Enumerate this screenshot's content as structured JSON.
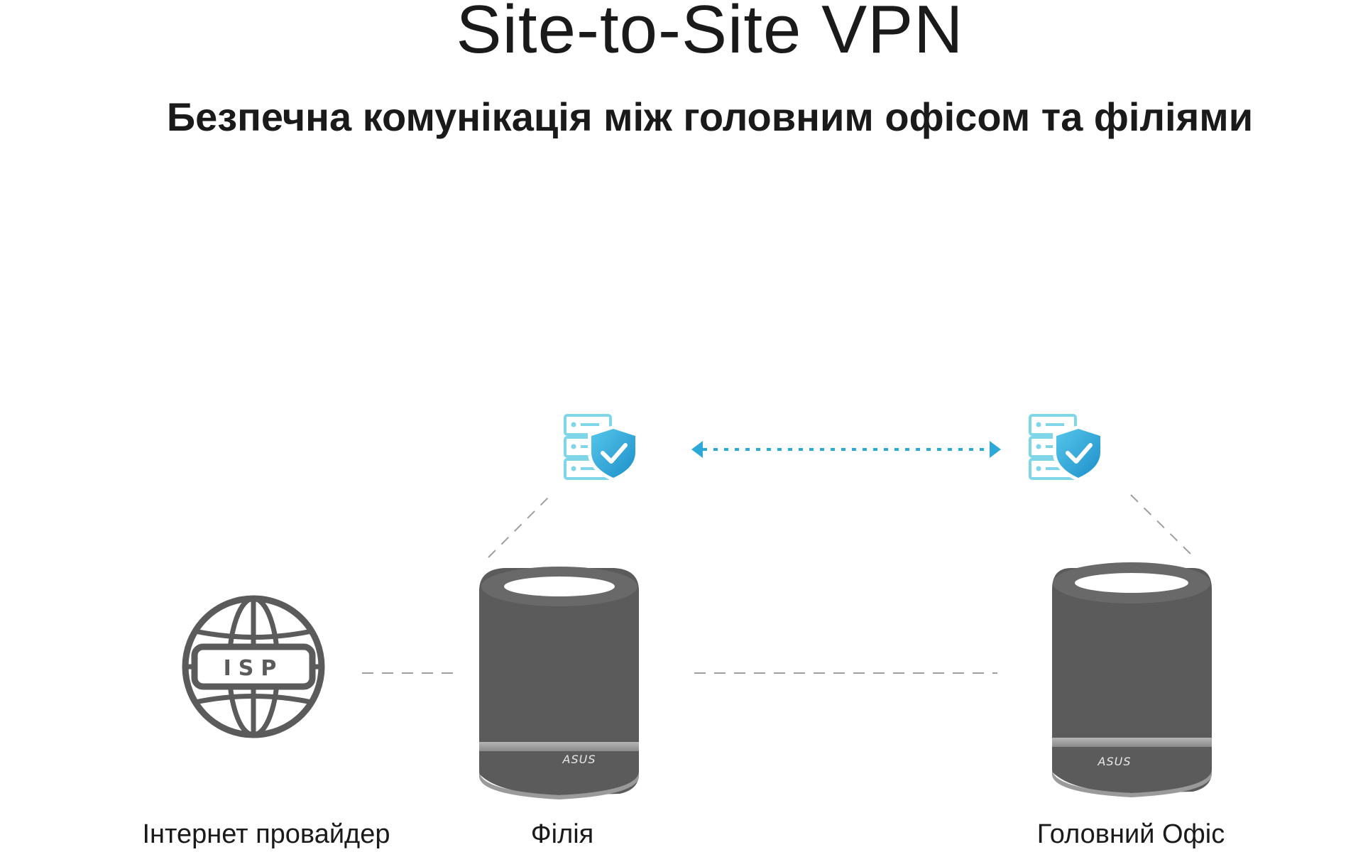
{
  "title": "Site-to-Site VPN",
  "subtitle": "Безпечна комунікація між головним офісом та філіями",
  "nodes": {
    "isp": {
      "label": "Інтернет провайдер",
      "badge": "ISP",
      "icon": "globe-icon"
    },
    "branch": {
      "label": "Філія",
      "brand": "ASUS",
      "icon": "router-icon"
    },
    "hq": {
      "label": "Головний Офіс",
      "brand": "ASUS",
      "icon": "router-icon"
    }
  },
  "security_icons": [
    "secure-server-icon",
    "secure-server-icon"
  ],
  "link_icon": "bidirectional-arrow-icon",
  "colors": {
    "text": "#1a1a1a",
    "device": "#5b5b5b",
    "device_light": "#9a9a9a",
    "accent_cyan": "#7fd6e8",
    "accent_blue": "#2ea8d8",
    "dashed_line": "#9e9e9e"
  }
}
